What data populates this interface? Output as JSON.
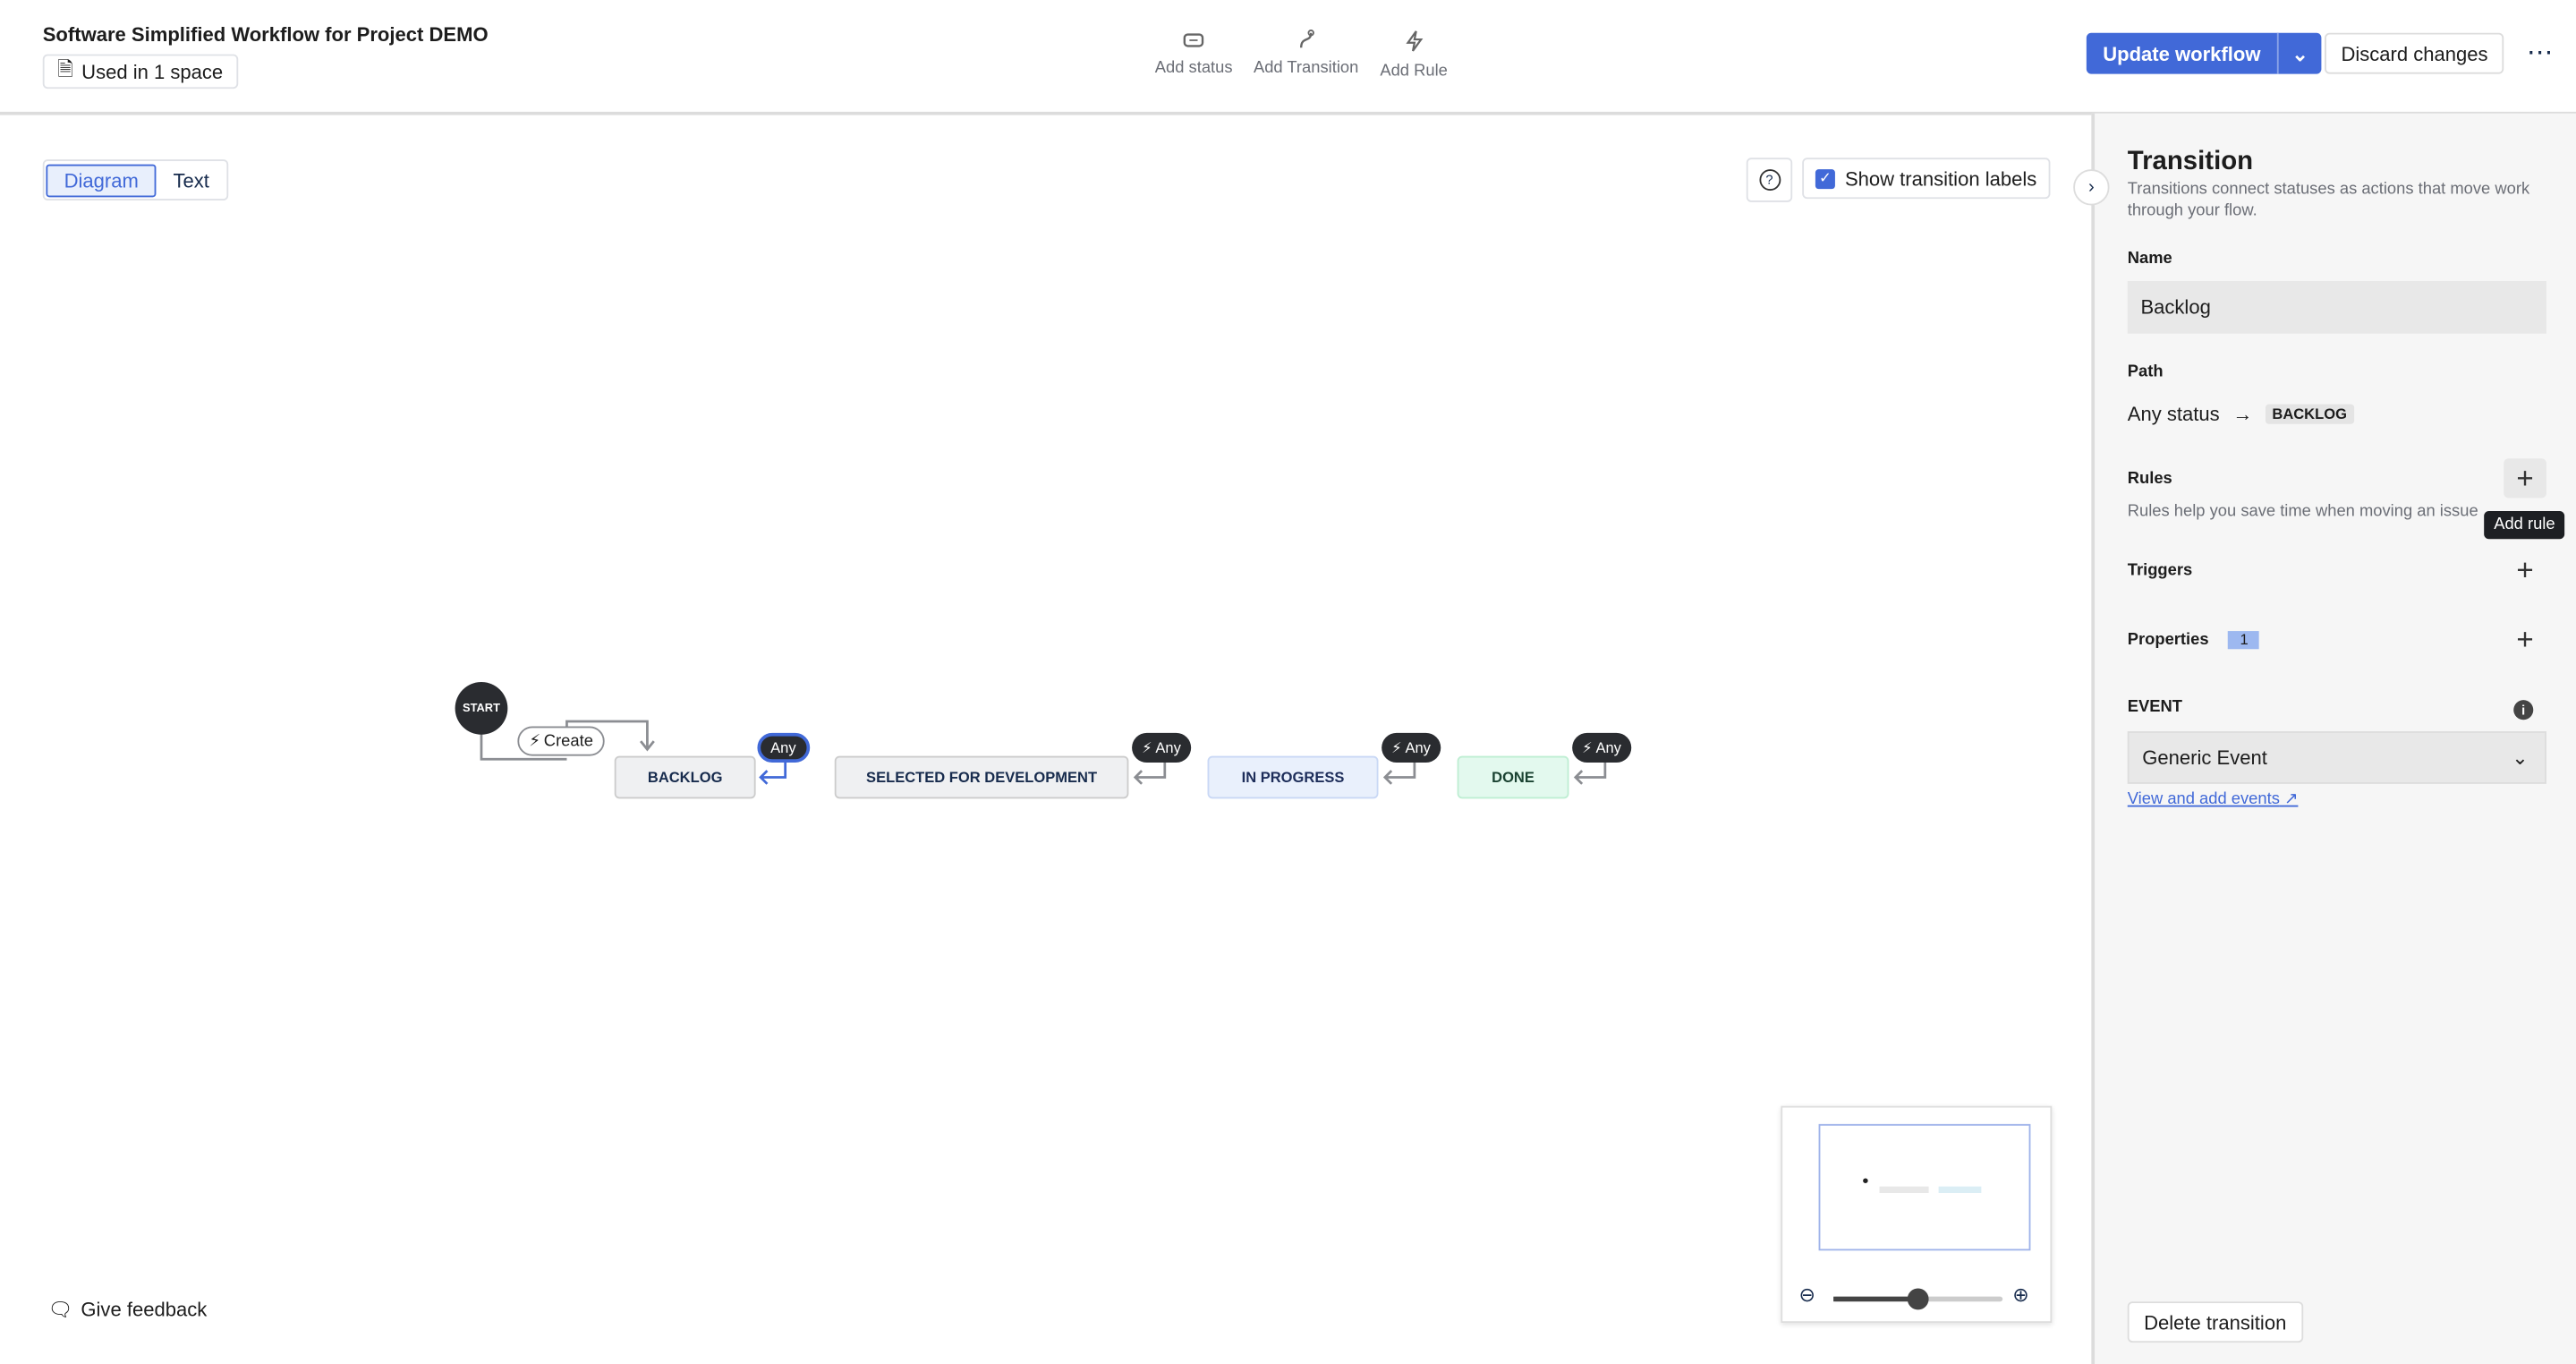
{
  "header": {
    "title": "Software Simplified Workflow for Project DEMO",
    "used_in": "Used in 1 space",
    "tools": [
      {
        "label": "Add status",
        "icon": "status-icon"
      },
      {
        "label": "Add Transition",
        "icon": "transition-icon"
      },
      {
        "label": "Add Rule",
        "icon": "lightning-icon"
      }
    ],
    "update_label": "Update workflow",
    "discard_label": "Discard changes",
    "more": "⋯"
  },
  "view_toggle": {
    "diagram": "Diagram",
    "text": "Text"
  },
  "canvas": {
    "show_labels": "Show transition labels",
    "show_labels_checked": true,
    "help": "?",
    "feedback": "Give feedback"
  },
  "diagram": {
    "start": "START",
    "create": "Create",
    "statuses": [
      {
        "name": "BACKLOG",
        "color": "#eff0f2"
      },
      {
        "name": "SELECTED FOR DEVELOPMENT",
        "color": "#eff0f2"
      },
      {
        "name": "IN PROGRESS",
        "color": "#e9f0fc"
      },
      {
        "name": "DONE",
        "color": "#e3f9ee"
      }
    ],
    "any": "Any"
  },
  "minimap": {
    "zoom_level": 0.5
  },
  "panel": {
    "title": "Transition",
    "desc": "Transitions connect statuses as actions that move work through your flow.",
    "name_label": "Name",
    "name_value": "Backlog",
    "path_label": "Path",
    "path_from": "Any status",
    "path_to": "BACKLOG",
    "rules_label": "Rules",
    "rules_desc": "Rules help you save time when moving an issue",
    "tooltip": "Add rule",
    "triggers_label": "Triggers",
    "properties_label": "Properties",
    "properties_count": "1",
    "event_label": "EVENT",
    "event_value": "Generic Event",
    "events_link": "View and add events",
    "delete_label": "Delete transition"
  }
}
